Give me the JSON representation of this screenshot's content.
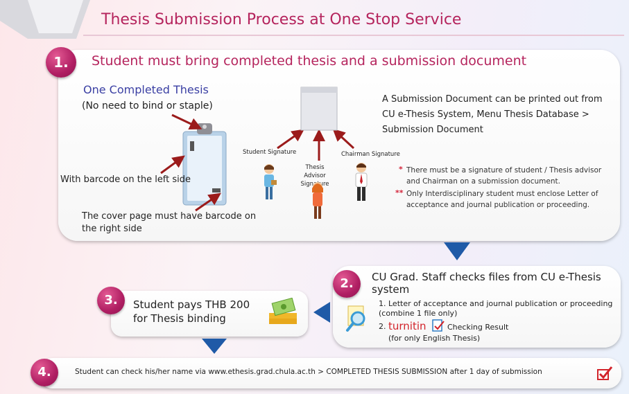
{
  "title": "Thesis Submission Process at One Stop Service",
  "steps": {
    "s1": {
      "number": "1.",
      "heading": "Student must bring completed thesis and a submission document",
      "thesis_title": "One Completed Thesis",
      "thesis_note": "(No need to bind or staple)",
      "barcode_left": "With barcode on the left side",
      "cover_barcode": "The cover page must have barcode on the right side",
      "submission_doc": "A Submission Document can be printed out from CU e-Thesis System, Menu Thesis Database > Submission Document",
      "student_signature": "Student Signature",
      "advisor_signature": "Thesis Advisor Signature",
      "chairman_signature": "Chairman Signature",
      "note1_marker": "*",
      "note1": "There must be a signature of student / Thesis advisor and Chairman on a submission document.",
      "note2_marker": "**",
      "note2": "Only Interdisciplinary student must enclose Letter of acceptance and journal publication or proceeding."
    },
    "s2": {
      "number": "2.",
      "heading": "CU Grad. Staff checks files from CU e-Thesis system",
      "item1": "1. Letter of acceptance and journal publication or proceeding (combine 1 file only)",
      "item2_number": "2.",
      "turnitin": "turnitin",
      "item2_result": "Checking Result",
      "item2_english": "(for only English Thesis)"
    },
    "s3": {
      "number": "3.",
      "text": "Student pays THB 200 for Thesis binding"
    },
    "s4": {
      "number": "4.",
      "text": "Student can check his/her name via www.ethesis.grad.chula.ac.th > COMPLETED THESIS SUBMISSION after 1 day of submission"
    }
  },
  "colors": {
    "accent_pink": "#b5245d",
    "arrow_blue": "#1f5aa7",
    "pointer_red": "#9b1b1b"
  }
}
